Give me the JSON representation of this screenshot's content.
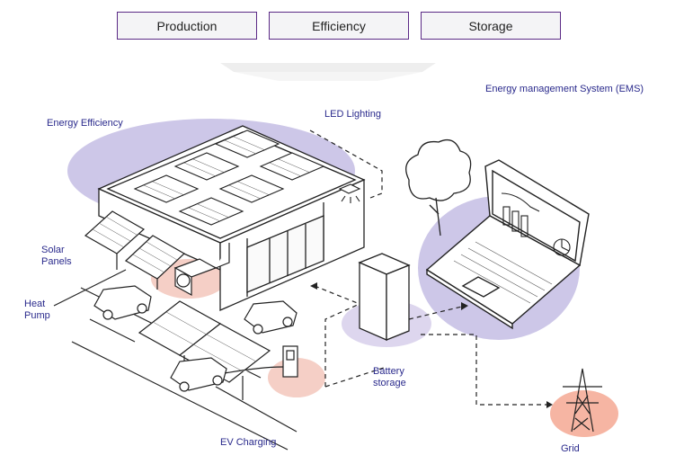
{
  "tabs": [
    "Production",
    "Efficiency",
    "Storage"
  ],
  "labels": {
    "energy_efficiency": "Energy Efficiency",
    "led_lighting": "LED Lighting",
    "ems": "Energy management System (EMS)",
    "solar_panels": "Solar\nPanels",
    "heat_pump": "Heat\nPump",
    "battery_storage": "Battery\nstorage",
    "ev_charging": "EV Charging",
    "grid": "Grid"
  },
  "colors": {
    "tab_border": "#5b2a86",
    "label_text": "#2a2a8c",
    "lavender_highlight": "#c9c3e6",
    "purple_highlight": "#d8b4ef",
    "pink_highlight": "#f4c9c3",
    "grid_highlight": "#f6b5a3",
    "line": "#222222"
  }
}
